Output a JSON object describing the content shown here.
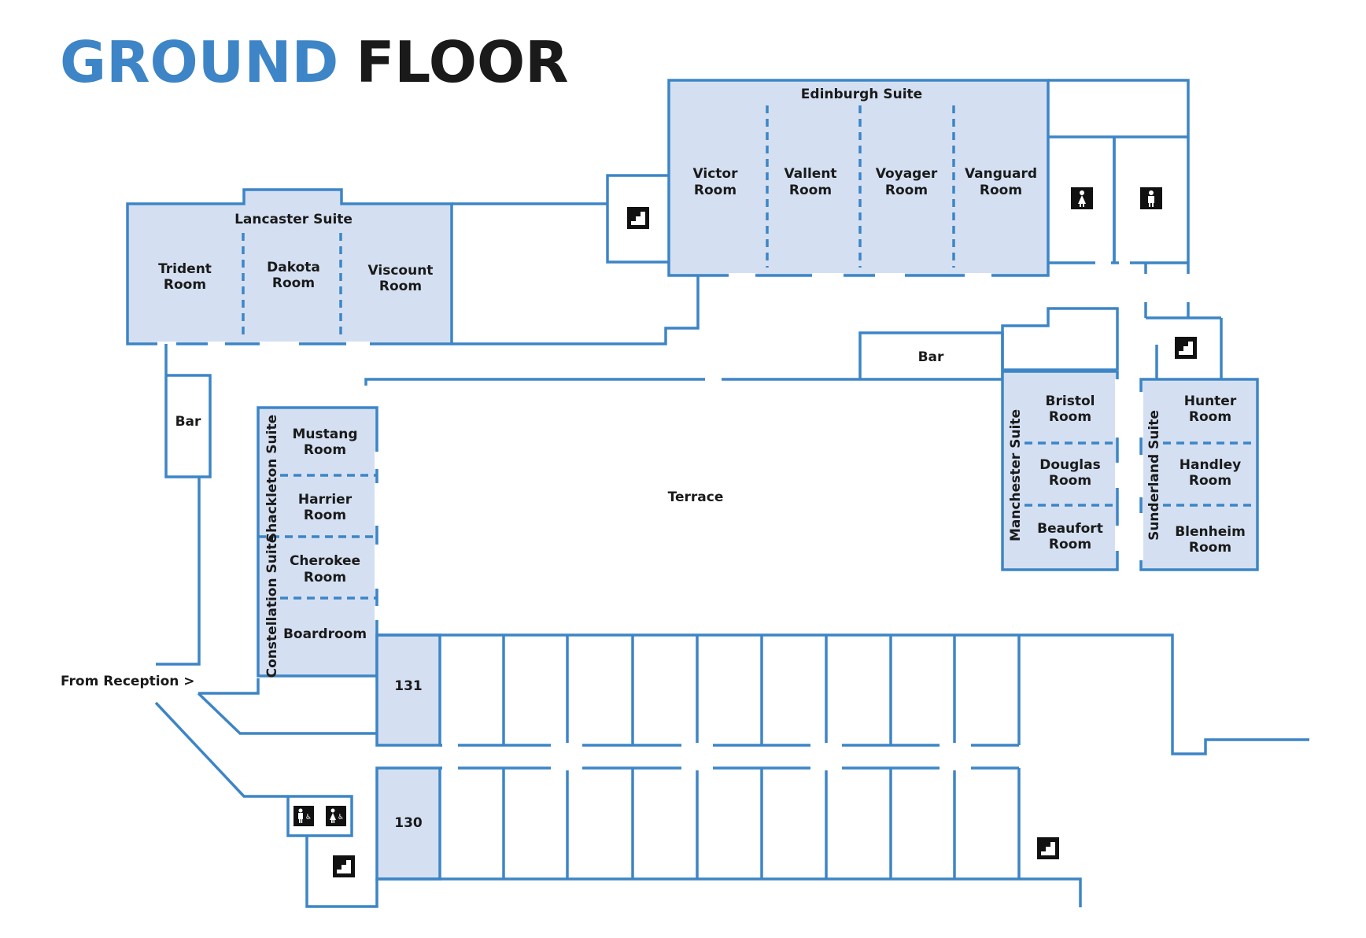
{
  "title": {
    "part1": "GROUND",
    "part2": "FLOOR"
  },
  "colors": {
    "wall": "#3d85c6",
    "room_fill": "#d4e0f2",
    "title_accent": "#3d85c6",
    "title_dark": "#1a1a1a",
    "icon_bg": "#111111"
  },
  "suites": {
    "edinburgh": {
      "name": "Edinburgh Suite",
      "rooms": [
        [
          "Victor",
          "Room"
        ],
        [
          "Vallent",
          "Room"
        ],
        [
          "Voyager",
          "Room"
        ],
        [
          "Vanguard",
          "Room"
        ]
      ]
    },
    "lancaster": {
      "name": "Lancaster Suite",
      "rooms": [
        [
          "Trident",
          "Room"
        ],
        [
          "Dakota",
          "Room"
        ],
        [
          "Viscount",
          "Room"
        ]
      ]
    },
    "shackleton": {
      "name": "Shackleton Suite",
      "rooms": [
        [
          "Mustang",
          "Room"
        ],
        [
          "Harrier",
          "Room"
        ]
      ]
    },
    "constellation": {
      "name": "Constellation Suite",
      "rooms": [
        [
          "Cherokee",
          "Room"
        ],
        [
          "Boardroom"
        ]
      ]
    },
    "manchester": {
      "name": "Manchester Suite",
      "rooms": [
        [
          "Bristol",
          "Room"
        ],
        [
          "Douglas",
          "Room"
        ],
        [
          "Beaufort",
          "Room"
        ]
      ]
    },
    "sunderland": {
      "name": "Sunderland Suite",
      "rooms": [
        [
          "Hunter",
          "Room"
        ],
        [
          "Handley",
          "Room"
        ],
        [
          "Blenheim",
          "Room"
        ]
      ]
    }
  },
  "labels": {
    "bar_left": "Bar",
    "bar_right": "Bar",
    "terrace": "Terrace",
    "reception": "From Reception >",
    "room_131": "131",
    "room_130": "130"
  },
  "icons": [
    "stairs-icon",
    "female-toilet-icon",
    "male-toilet-icon",
    "accessible-toilet-icon"
  ]
}
